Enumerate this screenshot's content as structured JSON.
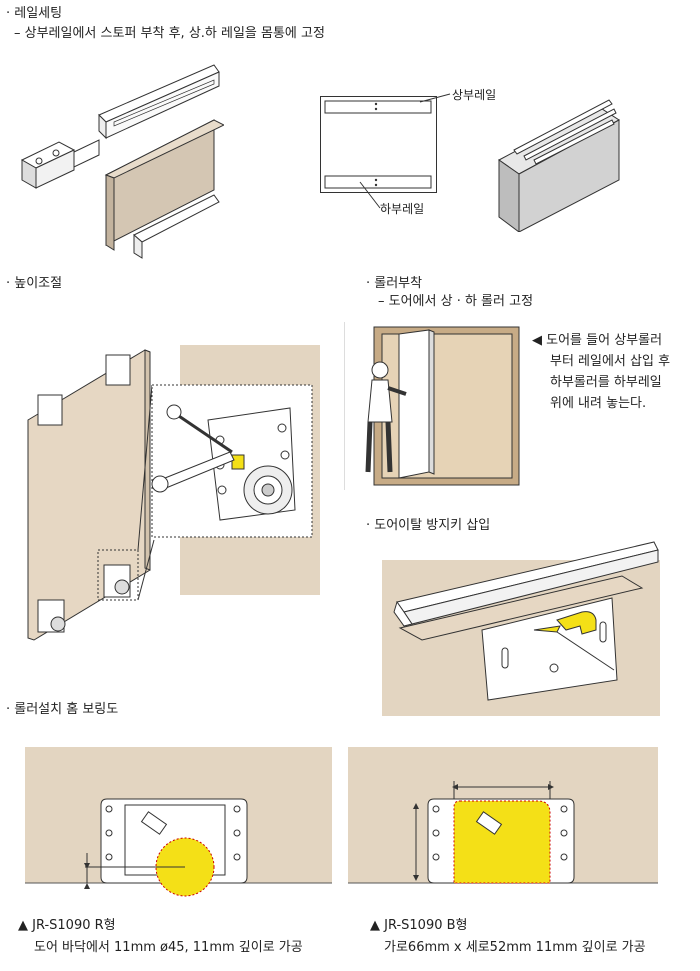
{
  "colors": {
    "wall": "#e3d5c1",
    "door": "#e6d7c3",
    "highlight": "#f4e017",
    "line": "#333333",
    "metal": "#ffffff"
  },
  "sections": {
    "rail_setting": {
      "title": "· 레일세팅",
      "step": "– 상부레일에서 스토퍼 부착 후, 상.하 레일을 몸통에 고정",
      "label_upper": "상부레일",
      "label_lower": "하부레일"
    },
    "height_adjust": {
      "title": "· 높이조절"
    },
    "roller_attach": {
      "title": "· 롤러부착",
      "step": "– 도어에서 상 · 하 롤러 고정",
      "note_lines": [
        "◀ 도어를 들어 상부롤러",
        "부터 레일에서 삽입 후",
        "하부롤러를 하부레일",
        "위에 내려 놓는다."
      ]
    },
    "anti_derail": {
      "title": "· 도어이탈 방지키 삽입"
    },
    "roller_boring": {
      "title": "· 롤러설치 홈 보링도",
      "left_model": "▲ JR-S1090 R형",
      "left_desc": "도어 바닥에서 11mm ø45, 11mm 깊이로 가공",
      "right_model": "▲ JR-S1090 B형",
      "right_desc": "가로66mm x 세로52mm 11mm 깊이로 가공"
    }
  }
}
